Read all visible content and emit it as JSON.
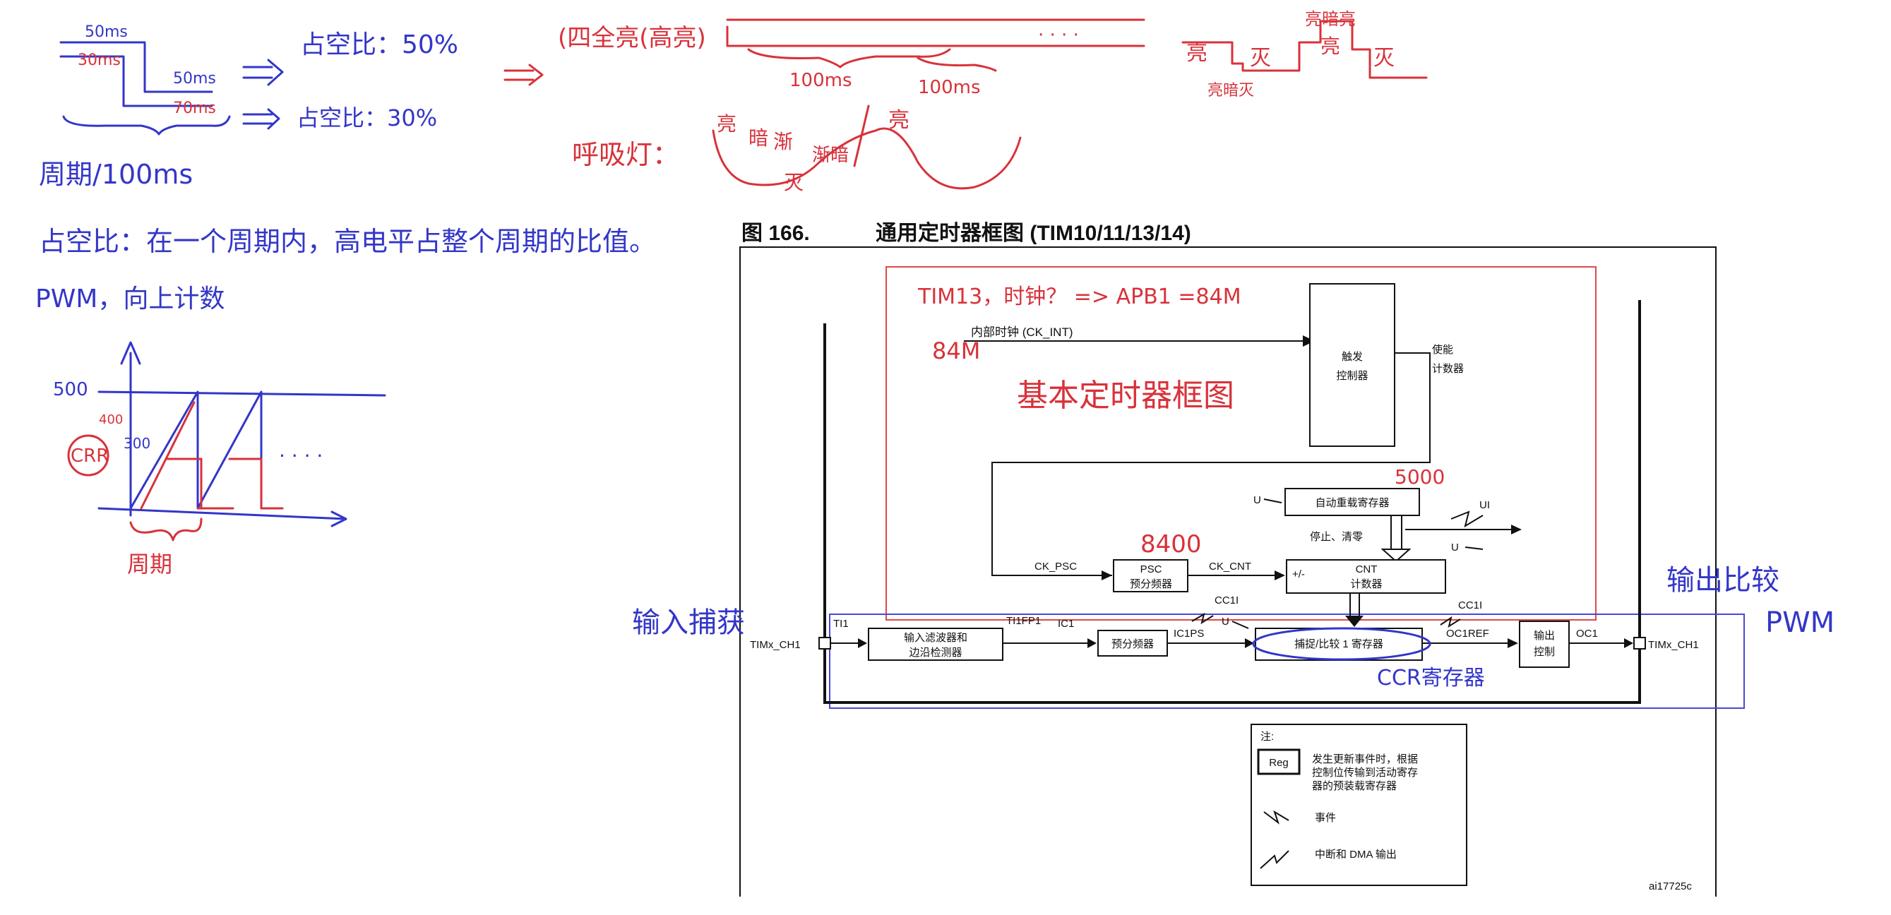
{
  "notes_top": {
    "wave_labels": [
      "50ms",
      "30ms",
      "50ms",
      "70ms"
    ],
    "duty_50": "占空比：50%",
    "duty_30": "占空比：30%",
    "period": "周期/100ms",
    "all_bright": "(四全亮(高亮)",
    "dots": "· · · ·",
    "span_100ms_a": "100ms",
    "span_100ms_b": "100ms",
    "breathing_light": "呼吸灯：",
    "breath_words": [
      "亮",
      "暗",
      "渐",
      "灭",
      "渐暗",
      "亮"
    ],
    "right_wave_words": [
      "亮",
      "灭",
      "亮暗亮",
      "亮",
      "灭",
      "亮暗灭"
    ]
  },
  "notes_left": {
    "duty_definition": "占空比：在一个周期内，高电平占整个周期的比值。",
    "pwm_up_count": "PWM，向上计数",
    "y_500": "500",
    "y_400": "400",
    "y_300": "300",
    "ccr": "CRR",
    "dots": "· · · ·",
    "period_label": "周期"
  },
  "figure": {
    "number": "图 166.",
    "title": "通用定时器框图 (TIM10/11/13/14)",
    "internal_clock": "内部时钟 (CK_INT)",
    "trigger_controller": [
      "触发",
      "控制器"
    ],
    "enable_counter": [
      "使能",
      "计数器"
    ],
    "auto_reload": "自动重载寄存器",
    "stop_clear": "停止、清零",
    "u_labels": [
      "U",
      "UI",
      "U"
    ],
    "ck_psc": "CK_PSC",
    "psc": [
      "PSC",
      "预分频器"
    ],
    "ck_cnt": "CK_CNT",
    "cnt": [
      "CNT",
      "计数器"
    ],
    "plus_minus": "+/-",
    "cc1i_a": "CC1I",
    "cc1i_b": "CC1I",
    "ti1": "TI1",
    "ti1fp1": "TI1FP1",
    "ic1": "IC1",
    "ic1ps": "IC1PS",
    "input_filter": [
      "输入滤波器和",
      "边沿检测器"
    ],
    "prescaler": "预分频器",
    "capture_compare": "捕捉/比较 1 寄存器",
    "oc1ref": "OC1REF",
    "output_control": [
      "输出",
      "控制"
    ],
    "oc1": "OC1",
    "timx_ch1_in": "TIMx_CH1",
    "timx_ch1_out": "TIMx_CH1",
    "legend_title": "注:",
    "legend_reg": "Reg",
    "legend_reg_desc": [
      "发生更新事件时，根据",
      "控制位传输到活动寄存",
      "器的预装载寄存器"
    ],
    "legend_event": "事件",
    "legend_irq": "中断和 DMA 输出",
    "figure_id": "ai17725c"
  },
  "annotations": {
    "tim13_clock": "TIM13，时钟？ => APB1 =84M",
    "clk_84m": "84M",
    "basic_timer": "基本定时器框图",
    "reload_5000": "5000",
    "psc_8400": "8400",
    "input_capture": "输入捕获",
    "ccr_register": "CCR寄存器",
    "output_compare": "输出比较",
    "pwm": "PWM"
  },
  "colors": {
    "handwriting_blue": "#3336c8",
    "handwriting_red": "#d8323a",
    "diagram": "#111111"
  }
}
